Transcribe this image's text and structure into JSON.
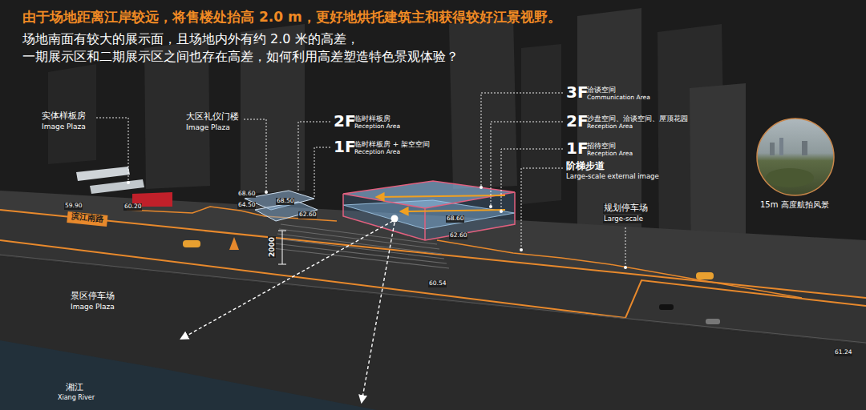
{
  "diagram": {
    "title": "由于场地距离江岸较远，将售楼处抬高 2.0 m，更好地烘托建筑主和获得较好江景视野。",
    "labels": [
      "场地南面有较大的展示面，且场地内外有约 2.0 米的高差，",
      "一期展示区和二期展示区之间也存在高差，如何利用高差塑造特色景观体验？",
      "实体样板房",
      "Image Plaza",
      "大区礼仪门楼",
      "Image Plaza",
      "2F",
      "临时样板房",
      "Reception Area",
      "1F",
      "临时样板房 + 架空空间",
      "Reception Area",
      "3F",
      "洽谈空间",
      "Communication Area",
      "2F",
      "沙盘空间、洽谈空间、屋顶花园",
      "Reception Area",
      "1F",
      "招待空间",
      "Reception Area",
      "阶梯步道",
      "Large-scale external image",
      "规划停车场",
      "Large-scale",
      "15m 高度航拍风景",
      "滨江南路",
      "景区停车场",
      "Image Plaza",
      "湘江",
      "Xiang River",
      "59.90",
      "60.20",
      "68.60",
      "64.50",
      "68.50",
      "62.60",
      "68.60",
      "62.60",
      "60.54",
      "61.24",
      "2000"
    ]
  }
}
